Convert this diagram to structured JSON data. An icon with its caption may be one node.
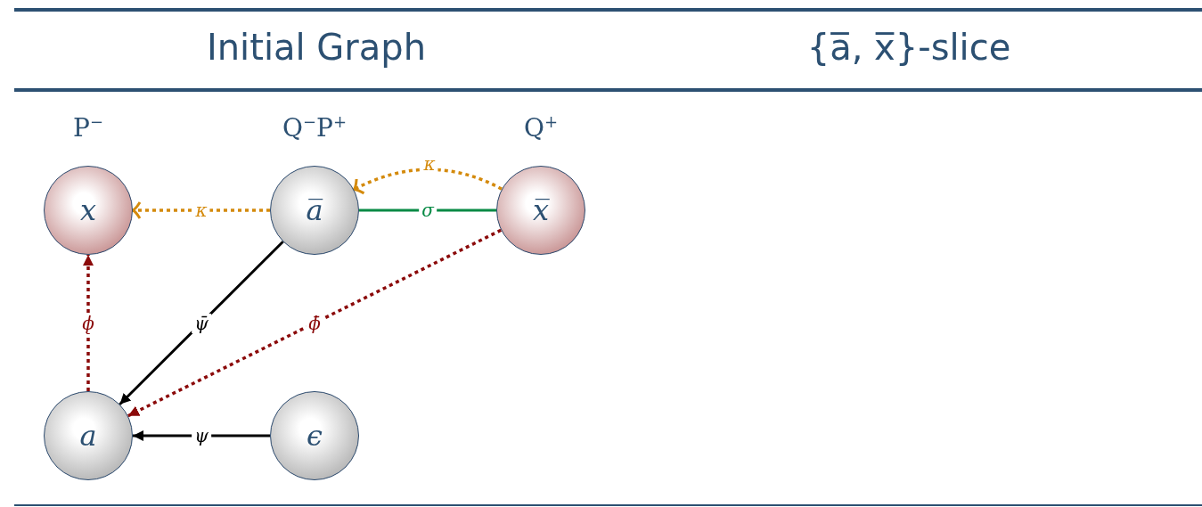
{
  "diagram": {
    "nodes": [
      {
        "text": [
          "x"
        ],
        "beside": [
          "P$^{−}$"
        ]
      },
      {
        "text": [
          "a̅"
        ],
        "beside": [
          "Q$^{−}$P$^{+}$"
        ]
      },
      {
        "text": [
          "x̅"
        ],
        "beside": [
          "Q$^{+}$"
        ]
      },
      {
        "text": [
          "a"
        ]
      },
      {
        "text": [
          "ϵ"
        ]
      }
    ],
    "edges": [
      {
        "from": 1,
        "to": 0,
        "arrow": "to",
        "label": "κ",
        "style": "dashed",
        "color": "#d48a0c"
      },
      {
        "from": 2,
        "to": 1,
        "arrow": "to",
        "label": "κ",
        "style": "dashed",
        "color": "#d48a0c"
      },
      {
        "from": 1,
        "to": 2,
        "arrow": "none",
        "label": "σ",
        "color": "#078a45"
      },
      {
        "from": 1,
        "to": 3,
        "arrow": "to",
        "label": "ψ̄",
        "color": "#000000"
      },
      {
        "from": 2,
        "to": 3,
        "arrow": "to",
        "label": "ϕ̄",
        "style": "dashed",
        "color": "#8b0a0a"
      },
      {
        "from": 3,
        "to": 0,
        "arrow": "to",
        "label": "ϕ",
        "style": "dashed",
        "color": "#8b0a0a"
      },
      {
        "from": 4,
        "to": 3,
        "arrow": "to",
        "label": "ψ",
        "color": "#000000"
      }
    ],
    "labels": [
      "Initial Graph",
      "{a̅, x̅}-slice"
    ]
  }
}
